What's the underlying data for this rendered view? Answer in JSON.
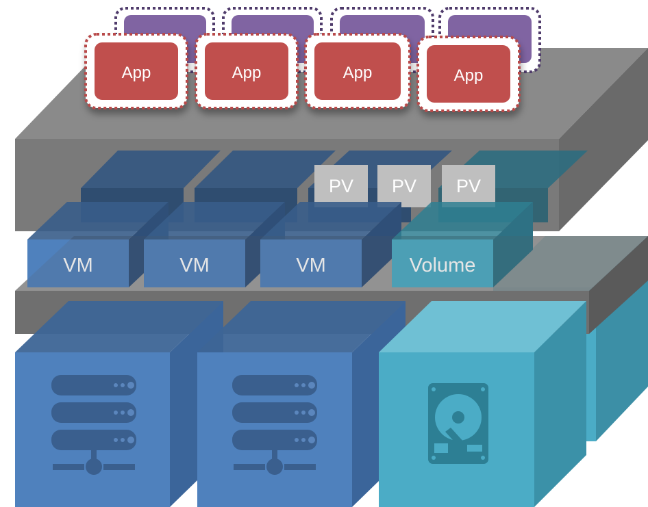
{
  "apps": [
    {
      "label": "App"
    },
    {
      "label": "App"
    },
    {
      "label": "App"
    },
    {
      "label": "App"
    }
  ],
  "persistent_volumes": [
    {
      "label": "PV"
    },
    {
      "label": "PV"
    },
    {
      "label": "PV"
    }
  ],
  "vms": [
    {
      "label": "VM"
    },
    {
      "label": "VM"
    },
    {
      "label": "VM"
    }
  ],
  "volume": {
    "label": "Volume"
  },
  "hosts": [
    {
      "icon": "server-rack-icon"
    },
    {
      "icon": "server-rack-icon"
    },
    {
      "icon": "hard-disk-icon"
    }
  ],
  "colors": {
    "app_red": "#c0504d",
    "app_purple": "#8064a2",
    "platform_gray": "#7f7f7f",
    "vm_blue": "#4f81bd",
    "volume_teal": "#4bacc6",
    "pv_gray": "#bfbfbf"
  }
}
